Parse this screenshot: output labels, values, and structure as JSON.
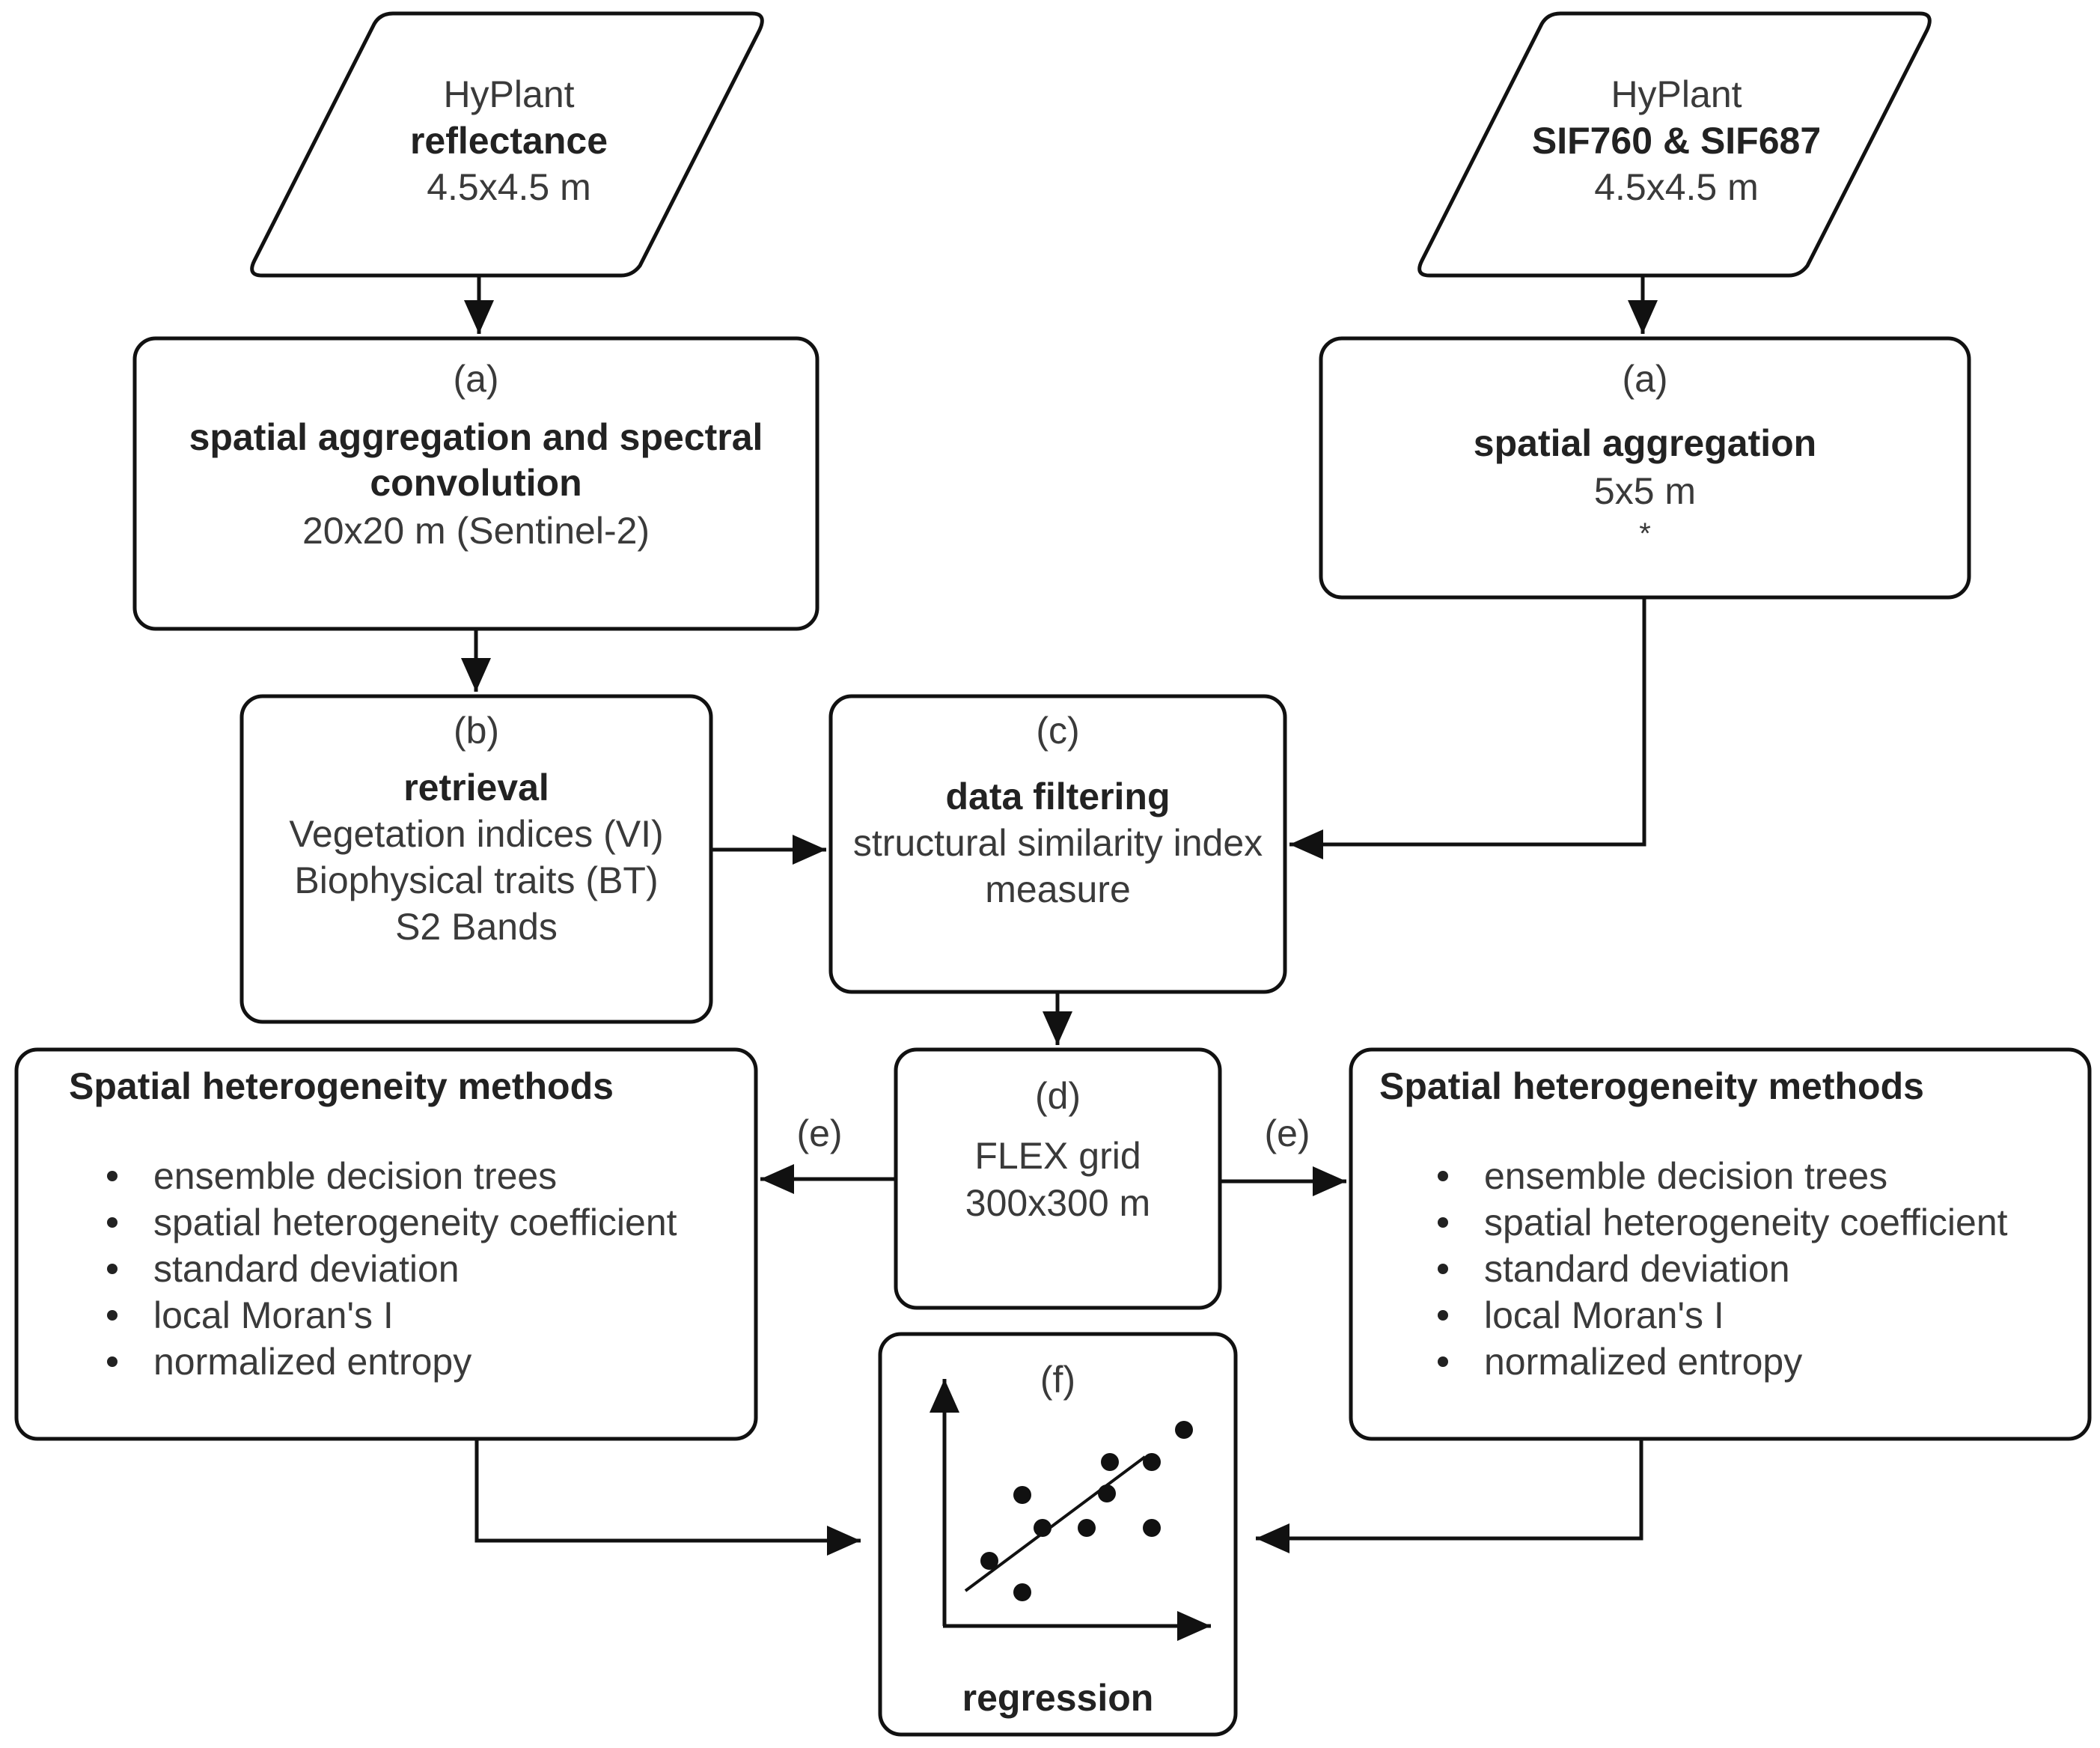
{
  "inputs": {
    "reflectance": {
      "line1": "HyPlant",
      "line2": "reflectance",
      "line3": "4.5x4.5 m"
    },
    "sif": {
      "line1": "HyPlant",
      "line2": "SIF760 & SIF687",
      "line3": "4.5x4.5 m"
    }
  },
  "boxes": {
    "aggregation_convolution": {
      "tag": "(a)",
      "title_line1": "spatial aggregation and spectral",
      "title_line2": "convolution",
      "detail": "20x20 m (Sentinel-2)"
    },
    "aggregation": {
      "tag": "(a)",
      "title": "spatial aggregation",
      "detail": "5x5 m",
      "note": "*"
    },
    "retrieval": {
      "tag": "(b)",
      "title": "retrieval",
      "items": [
        "Vegetation indices (VI)",
        "Biophysical traits (BT)",
        "S2 Bands"
      ]
    },
    "filtering": {
      "tag": "(c)",
      "title": "data filtering",
      "detail_line1": "structural similarity index",
      "detail_line2": "measure"
    },
    "grid": {
      "tag": "(d)",
      "title": "FLEX grid",
      "detail": "300x300 m"
    },
    "regression": {
      "tag": "(f)",
      "title": "regression"
    }
  },
  "methods_left": {
    "title": "Spatial heterogeneity methods",
    "items": [
      "ensemble decision trees",
      "spatial heterogeneity coefficient",
      "standard deviation",
      "local Moran's I",
      "normalized entropy"
    ]
  },
  "methods_right": {
    "title": "Spatial heterogeneity methods",
    "items": [
      "ensemble decision trees",
      "spatial heterogeneity coefficient",
      "standard deviation",
      "local Moran's I",
      "normalized entropy"
    ]
  },
  "edge_labels": {
    "left": "(e)",
    "right": "(e)"
  }
}
